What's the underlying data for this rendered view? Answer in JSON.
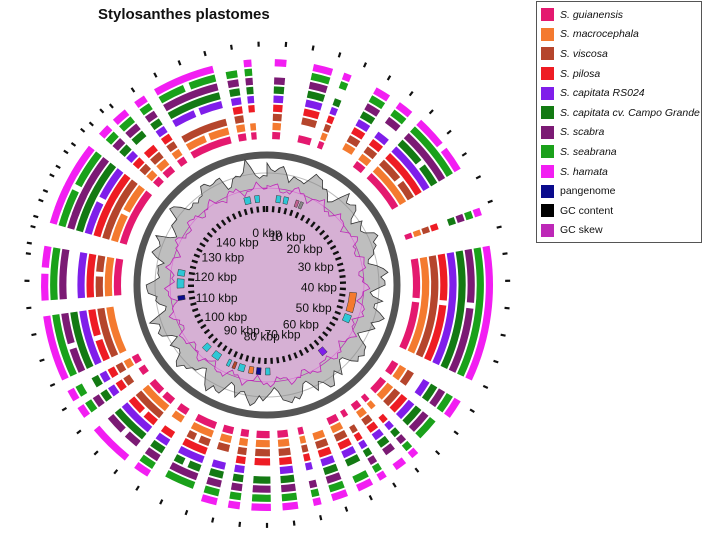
{
  "title": "Stylosanthes plastomes",
  "legend": [
    {
      "label": "S. guianensis",
      "color": "#e4196f",
      "italic": true
    },
    {
      "label": "S. macrocephala",
      "color": "#f47a2f",
      "italic": true
    },
    {
      "label": "S. viscosa",
      "color": "#b5452c",
      "italic": true
    },
    {
      "label": "S. pilosa",
      "color": "#ee1c24",
      "italic": true
    },
    {
      "label": "S. capitata RS024",
      "color": "#7f1eea",
      "italic": true
    },
    {
      "label": "S. capitata cv. Campo Grande",
      "color": "#137a13",
      "italic": true
    },
    {
      "label": "S. scabra",
      "color": "#7b1a74",
      "italic": true
    },
    {
      "label": "S. seabrana",
      "color": "#1aa11a",
      "italic": true
    },
    {
      "label": "S. hamata",
      "color": "#f21ef2",
      "italic": true
    },
    {
      "label": "pangenome",
      "color": "#0a0a8c",
      "italic": false
    },
    {
      "label": "GC content",
      "color": "#000000",
      "italic": false
    },
    {
      "label": "GC skew",
      "color": "#bd28b7",
      "italic": false
    }
  ],
  "scale_labels": [
    "0 kbp",
    "10 kbp",
    "20 kbp",
    "30 kbp",
    "40 kbp",
    "50 kbp",
    "60 kbp",
    "70 kbp",
    "80 kbp",
    "90 kbp",
    "100 kbp",
    "110 kbp",
    "120 kbp",
    "130 kbp",
    "140 kbp"
  ],
  "genome_length_kbp": 155
}
